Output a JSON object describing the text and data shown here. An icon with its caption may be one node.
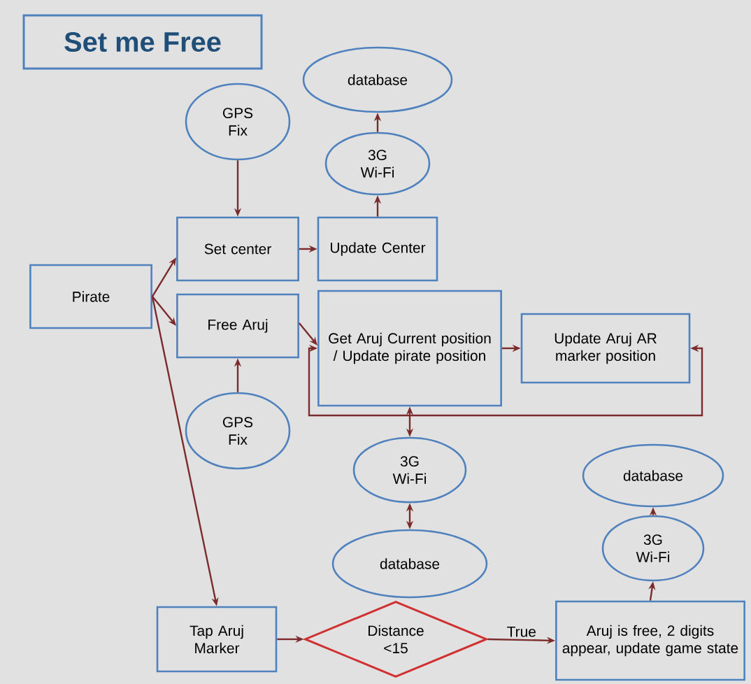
{
  "diagram": {
    "title": "Set me Free",
    "nodes": [
      {
        "text": [
          "Pirate"
        ]
      },
      {
        "text": [
          "GPS Fix"
        ]
      },
      {
        "text": [
          "Set center"
        ]
      },
      {
        "text": [
          "Update Center"
        ]
      },
      {
        "text": [
          "3G Wi-Fi"
        ]
      },
      {
        "text": [
          "database"
        ]
      },
      {
        "text": [
          "Free Aruj"
        ]
      },
      {
        "text": [
          "GPS Fix"
        ]
      },
      {
        "text": [
          "Get Aruj Current position / Update pirate position"
        ]
      },
      {
        "text": [
          "Update Aruj AR marker position"
        ]
      },
      {
        "text": [
          "3G Wi-Fi"
        ]
      },
      {
        "text": [
          "database"
        ]
      },
      {
        "text": [
          "database"
        ]
      },
      {
        "text": [
          "3G Wi-Fi"
        ]
      },
      {
        "text": [
          "Tap Aruj Marker"
        ]
      },
      {
        "text": [
          "Distance <15"
        ]
      },
      {
        "text": [
          "Aruj is free, 2 digits appear, update game state"
        ]
      }
    ],
    "edges": [
      {
        "from": 1,
        "to": 2,
        "arrow": "to"
      },
      {
        "from": 2,
        "to": 3,
        "arrow": "to"
      },
      {
        "from": 3,
        "to": 4,
        "arrow": "to"
      },
      {
        "from": 4,
        "to": 5,
        "arrow": "to"
      },
      {
        "from": 0,
        "to": 2,
        "arrow": "to"
      },
      {
        "from": 0,
        "to": 6,
        "arrow": "to"
      },
      {
        "from": 0,
        "to": 14,
        "arrow": "to"
      },
      {
        "from": 7,
        "to": 6,
        "arrow": "to"
      },
      {
        "from": 6,
        "to": 8,
        "arrow": "to"
      },
      {
        "from": 8,
        "to": 9,
        "arrow": "to"
      },
      {
        "from": 9,
        "to": 8,
        "arrow": "both"
      },
      {
        "from": 8,
        "to": 10,
        "arrow": "both"
      },
      {
        "from": 10,
        "to": 11,
        "arrow": "both"
      },
      {
        "from": 14,
        "to": 15,
        "arrow": "to"
      },
      {
        "from": 15,
        "to": 16,
        "arrow": "to",
        "label": "True"
      },
      {
        "from": 16,
        "to": 13,
        "arrow": "to"
      },
      {
        "from": 13,
        "to": 12,
        "arrow": "to"
      }
    ]
  }
}
